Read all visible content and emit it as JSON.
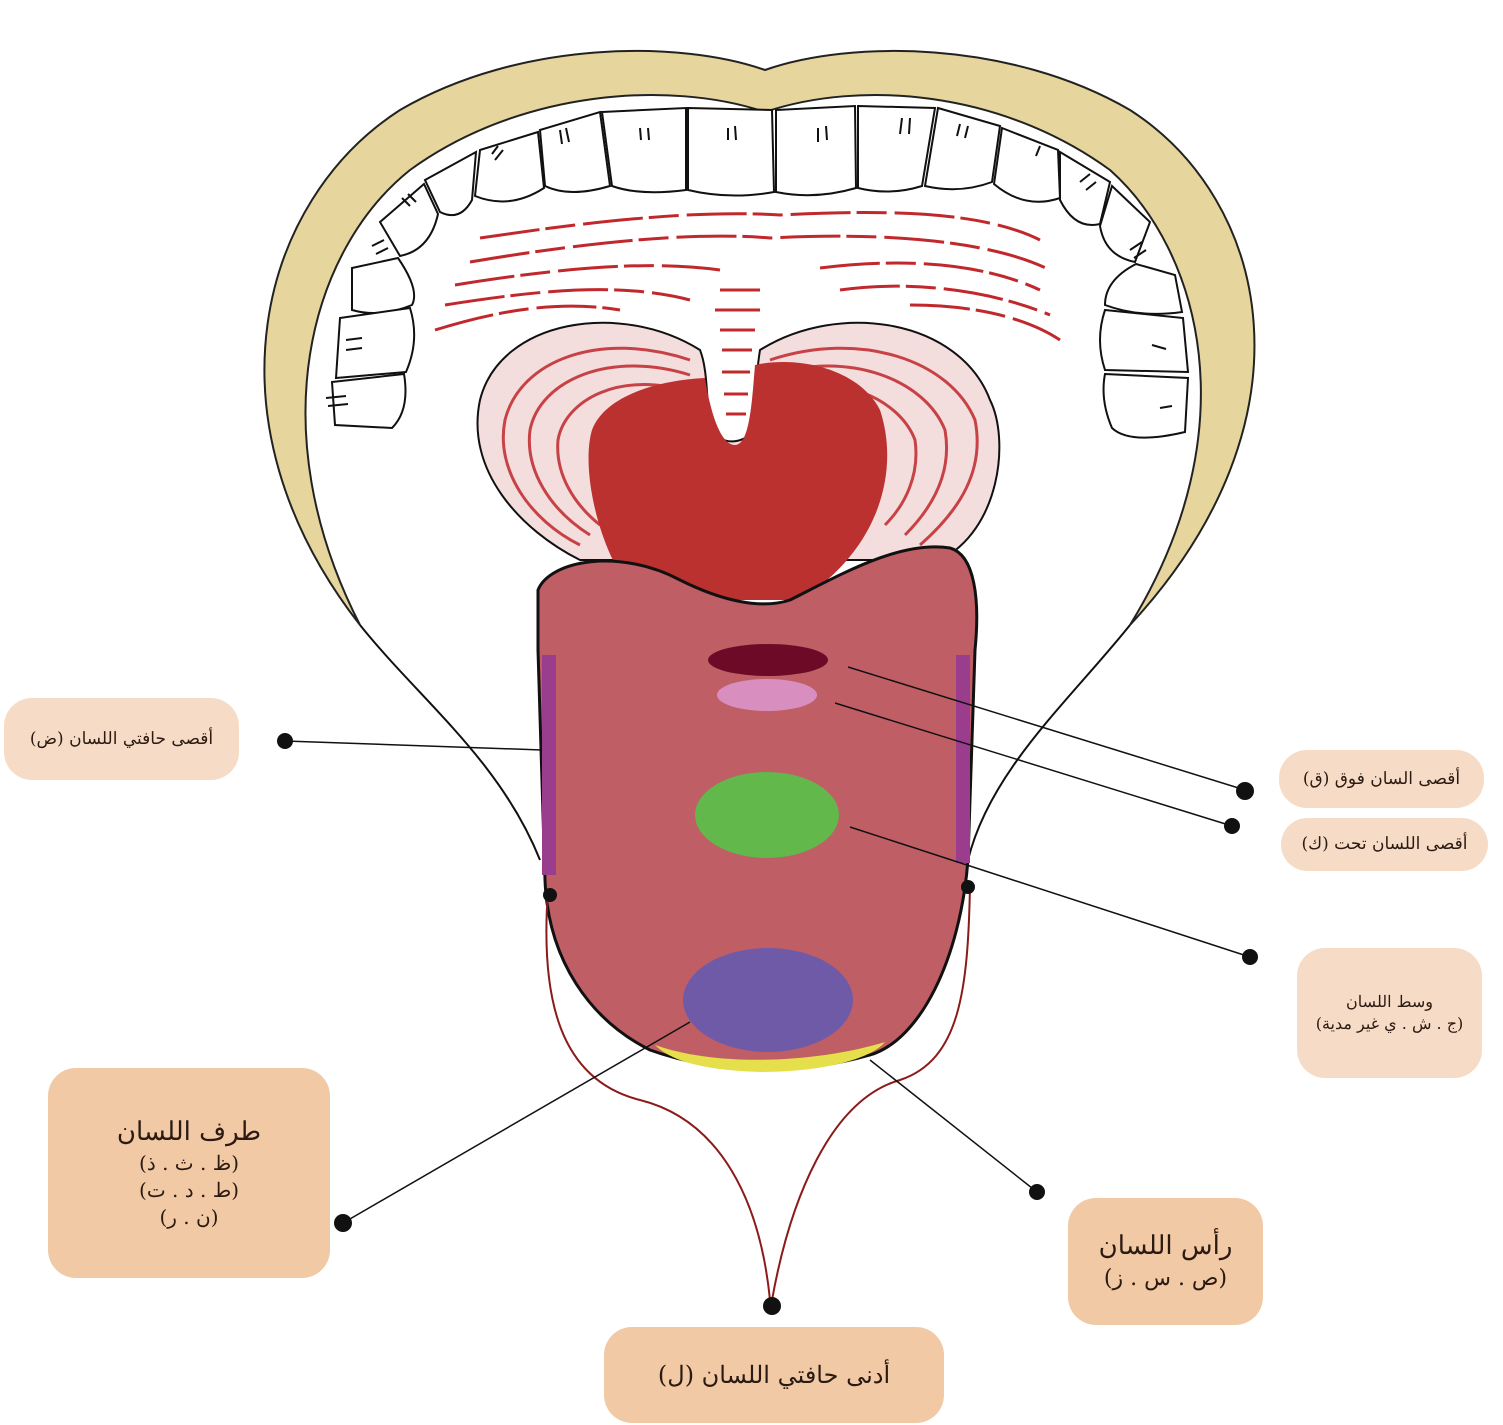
{
  "labels": {
    "far_edges": {
      "lines": [
        "أقصى حافتي اللسان (ض)"
      ]
    },
    "back_upper": {
      "lines": [
        "أقصى السان فوق (ق)"
      ]
    },
    "back_lower": {
      "lines": [
        "أقصى اللسان تحت (ك)"
      ]
    },
    "middle": {
      "lines": [
        "وسط اللسان",
        "(ج . ش . ي غير مدية)"
      ]
    },
    "tip_side": {
      "lines": [
        "طرف اللسان",
        "(ظ . ث . ذ)",
        "(ط . د . ت)",
        "(ن . ر)"
      ]
    },
    "tip_head": {
      "lines": [
        "رأس اللسان",
        "(ص . س . ز)"
      ]
    },
    "lower_edges": {
      "lines": [
        "أدنى حافتي اللسان (ل)"
      ]
    }
  },
  "colors": {
    "lips": "#e6d59c",
    "tongue": "#c05e66",
    "throat": "#bb3130",
    "palate_marks": "#c0282c",
    "back_upper_spot": "#6d0a28",
    "back_lower_spot": "#d88fbf",
    "middle_spot": "#62b84b",
    "tip_spot": "#6f5aa8",
    "tip_edge": "#e4df4a",
    "edge_strip": "#9a3d8c",
    "lower_edge_line": "#8b1a1a",
    "label_light": "#f6dcc6",
    "label_mid": "#f1c9a5"
  }
}
